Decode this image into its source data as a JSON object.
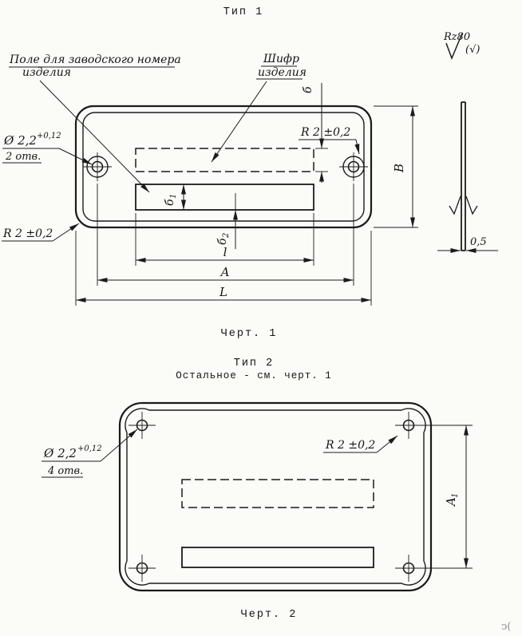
{
  "page": {
    "background": "#fbfbf8",
    "ink": "#1b1b1b"
  },
  "fig1": {
    "title": "Тип 1",
    "caption": "Черт. 1",
    "roughness": {
      "value": "Rz80",
      "others": "(√)"
    },
    "labels": {
      "serial_line1": "Поле для заводского номера",
      "serial_line2": "изделия",
      "code_line1": "Шифр",
      "code_line2": "изделия"
    },
    "dims": {
      "hole_dia": "Ø 2,2",
      "hole_tol": "+0,12",
      "hole_qty": "2 отв.",
      "radius_top": "R 2 ±0,2",
      "radius_corner": "R 2 ±0,2",
      "b": "б",
      "b1": {
        "base": "б",
        "sub": "1"
      },
      "b2": {
        "base": "б",
        "sub": "2"
      },
      "l": "l",
      "A": "A",
      "L": "L",
      "B": "B",
      "thickness": "0,5"
    }
  },
  "fig2": {
    "title": "Тип 2",
    "subtitle": "Остальное - см. черт. 1",
    "caption": "Черт. 2",
    "dims": {
      "hole_dia": "Ø 2,2",
      "hole_tol": "+0,12",
      "hole_qty": "4 отв.",
      "radius": "R 2 ±0,2",
      "A1": {
        "base": "A",
        "sub": "1"
      }
    }
  },
  "stray_mark": "ↄ("
}
